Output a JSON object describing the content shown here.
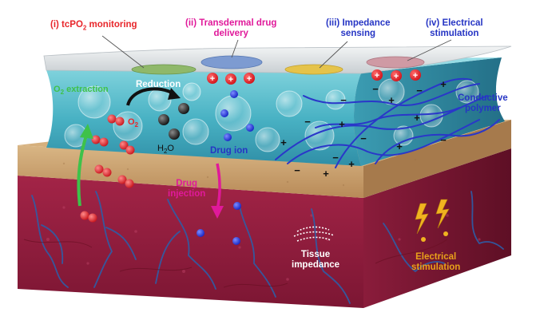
{
  "labels": {
    "top_i_prefix": "(i) tcPO",
    "top_i_sub": "2",
    "top_i_suffix": " monitoring",
    "top_ii_line1": "(ii) Transdermal drug",
    "top_ii_line2": "delivery",
    "top_iii_line1": "(iii) Impedance",
    "top_iii_line2": "sensing",
    "top_iv_line1": "(iv) Electrical",
    "top_iv_line2": "stimulation",
    "o2_extraction_prefix": "O",
    "o2_extraction_sub": "2",
    "o2_extraction_suffix": " extraction",
    "reduction": "Reduction",
    "o2_mol_prefix": "O",
    "o2_mol_sub": "2",
    "h2o_prefix": "H",
    "h2o_sub": "2",
    "h2o_suffix": "O",
    "drug_ion": "Drug ion",
    "conductive_polymer_line1": "Conductive",
    "conductive_polymer_line2": "polymer",
    "drug_injection_line1": "Drug",
    "drug_injection_line2": "injection",
    "tissue_impedance_line1": "Tissue",
    "tissue_impedance_line2": "impedance",
    "electrical_stim_line1": "Electrical",
    "electrical_stim_line2": "stimulation",
    "plus": "+",
    "minus": "−"
  },
  "colors": {
    "label_red": "#e8262b",
    "label_magenta": "#e0199a",
    "label_blue": "#2635c4",
    "label_green": "#3ec24a",
    "label_white": "#ffffff",
    "label_orange": "#e8a11a",
    "hydrogel": "#4fb8c8",
    "epidermis": "#c79f6e",
    "dermis": "#8e1c3a",
    "vessel": "#2d5ea8"
  }
}
